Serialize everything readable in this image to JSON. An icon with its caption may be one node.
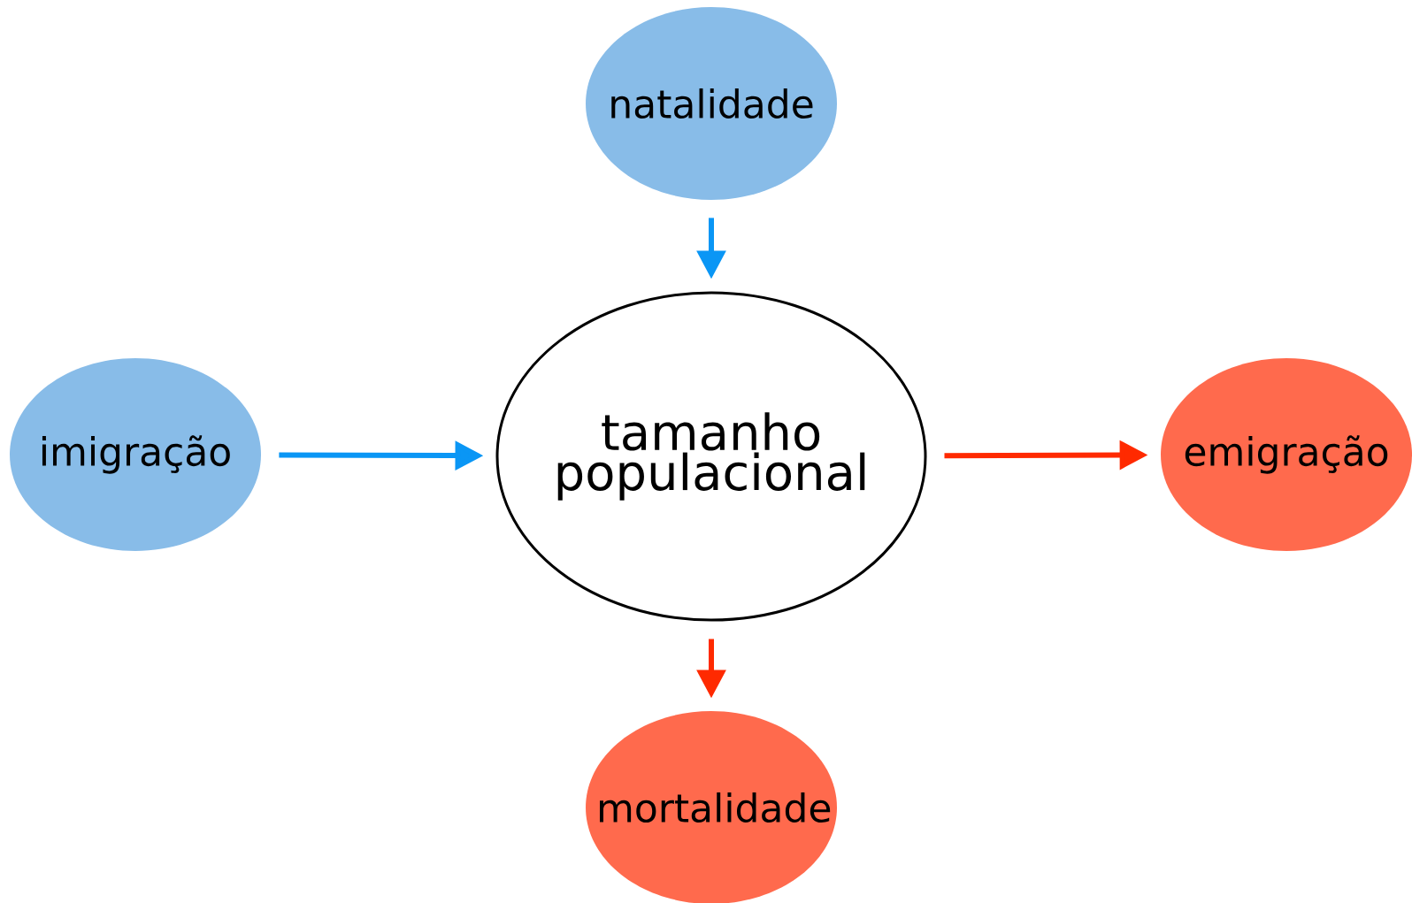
{
  "diagram": {
    "nodes": [
      {
        "text": [
          "natalidade"
        ]
      },
      {
        "text": [
          "imigração"
        ]
      },
      {
        "text": [
          "tamanho populacional"
        ]
      },
      {
        "text": [
          "emigração"
        ]
      },
      {
        "text": [
          "mortalidade"
        ]
      }
    ],
    "edges": [
      {
        "from": 0,
        "to": 2,
        "arrow": "to",
        "color": "#0a96f5"
      },
      {
        "from": 1,
        "to": 2,
        "arrow": "to",
        "color": "#0a96f5"
      },
      {
        "from": 2,
        "to": 3,
        "arrow": "to",
        "color": "#ff2a00"
      },
      {
        "from": 2,
        "to": 4,
        "arrow": "to",
        "color": "#ff2a00"
      }
    ]
  }
}
